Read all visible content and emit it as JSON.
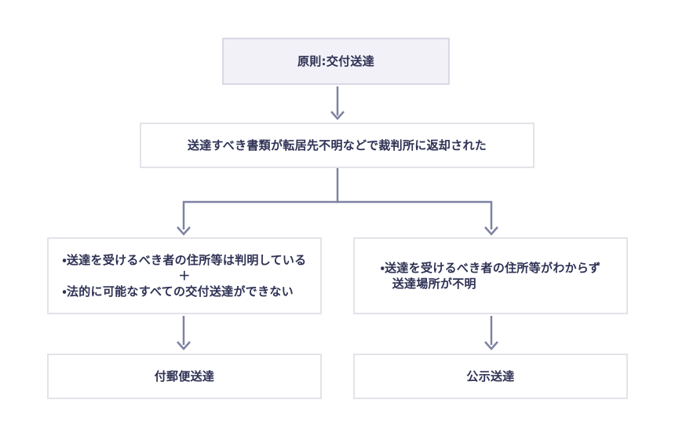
{
  "colors": {
    "text_color": "#2e3154",
    "arrow_color": "#7e82a2",
    "root_bg": "#f1f1f7",
    "root_border": "#d8d9e4",
    "box_bg": "#ffffff",
    "box_border": "#e3e3e9",
    "page_bg": "#ffffff"
  },
  "flowchart": {
    "root": {
      "label": "原則:交付送達"
    },
    "condition": {
      "label": "送達すべき書類が転居先不明などで裁判所に返却された"
    },
    "left_condition": {
      "line1": "・送達を受けるべき者の住所等は判明している",
      "operator": "＋",
      "line2": "・法的に可能なすべての交付送達ができない"
    },
    "right_condition": {
      "line1": "・送達を受けるべき者の住所等がわからず",
      "line2": "送達場所が不明"
    },
    "left_result": {
      "label": "付郵便送達"
    },
    "right_result": {
      "label": "公示送達"
    }
  }
}
